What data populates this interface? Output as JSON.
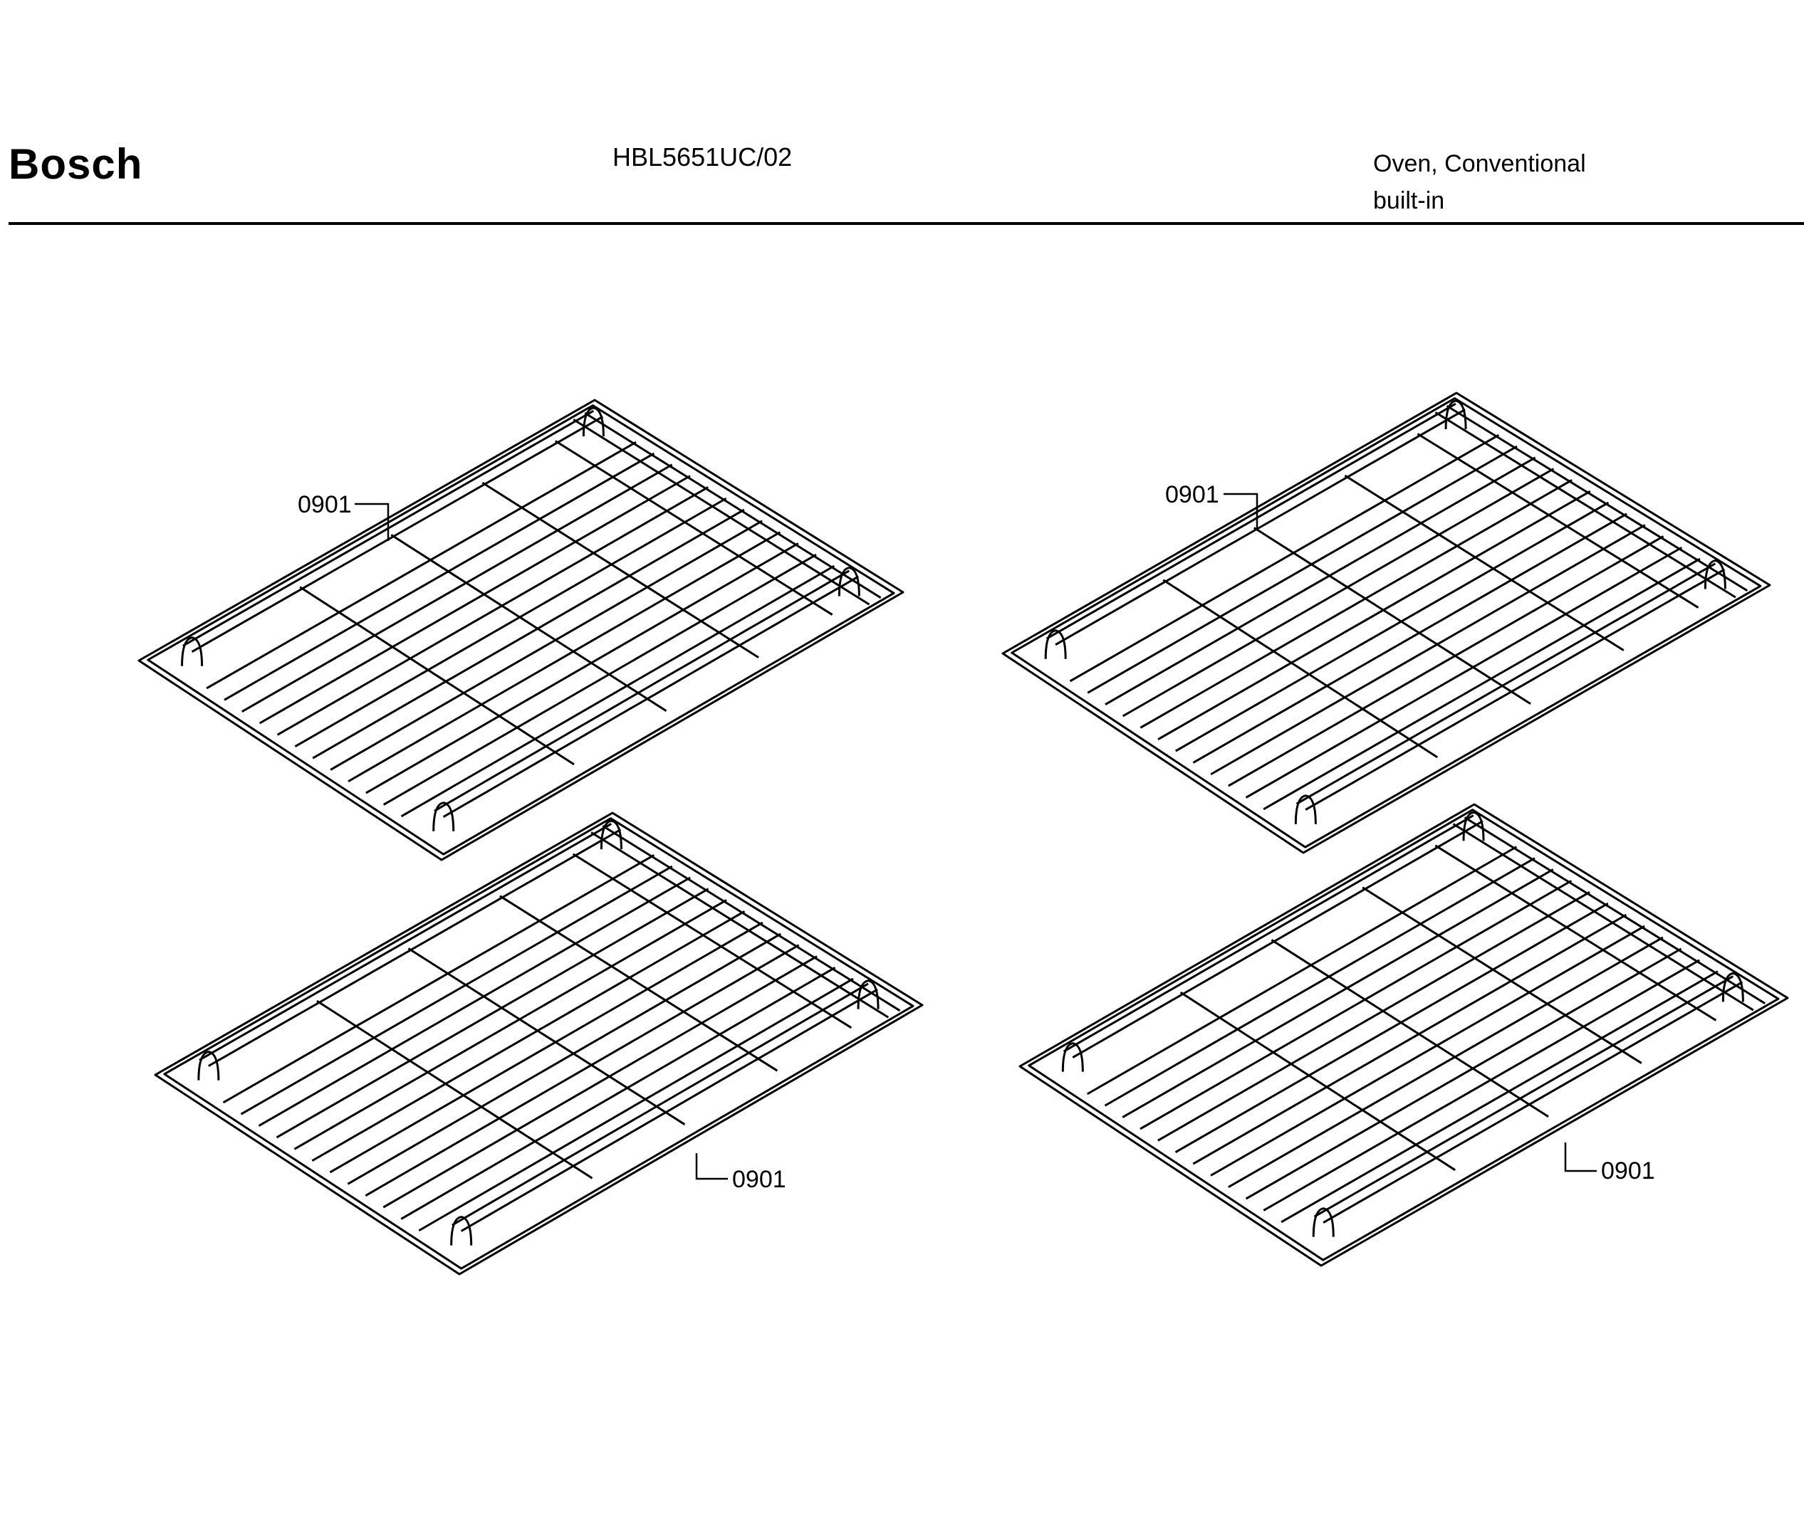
{
  "header": {
    "brand": "Bosch",
    "model": "HBL5651UC/02",
    "product_type_line1": "Oven, Conventional",
    "product_type_line2": "built-in"
  },
  "parts": [
    {
      "label": "0901"
    },
    {
      "label": "0901"
    },
    {
      "label": "0901"
    },
    {
      "label": "0901"
    }
  ]
}
